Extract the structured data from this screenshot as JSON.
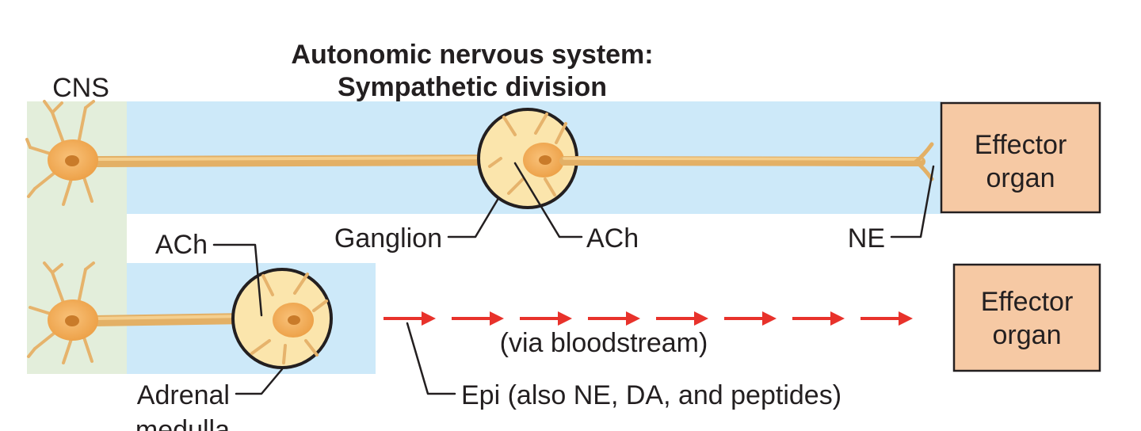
{
  "title": {
    "line1": "Autonomic nervous system:",
    "line2": "Sympathetic division"
  },
  "labels": {
    "cns": "CNS",
    "ganglion": "Ganglion",
    "ach_ganglion": "ACh",
    "ne": "NE",
    "ach_adrenal": "ACh",
    "adrenal_line1": "Adrenal",
    "adrenal_line2": "medulla",
    "via_bloodstream": "(via bloodstream)",
    "epi": "Epi (also NE, DA, and peptides)"
  },
  "effectors": [
    {
      "line1": "Effector",
      "line2": "organ"
    },
    {
      "line1": "Effector",
      "line2": "organ"
    }
  ],
  "colors": {
    "cns_region": "#e3eedb",
    "pns_region": "#cde9f9",
    "effector_fill": "#f6c9a4",
    "neuron": "#f2a94f",
    "nucleus": "#c97b2a",
    "ganglion_fill": "#fbe5ac",
    "arrow": "#e8322b",
    "text": "#231f20"
  },
  "arrow_count": 8
}
